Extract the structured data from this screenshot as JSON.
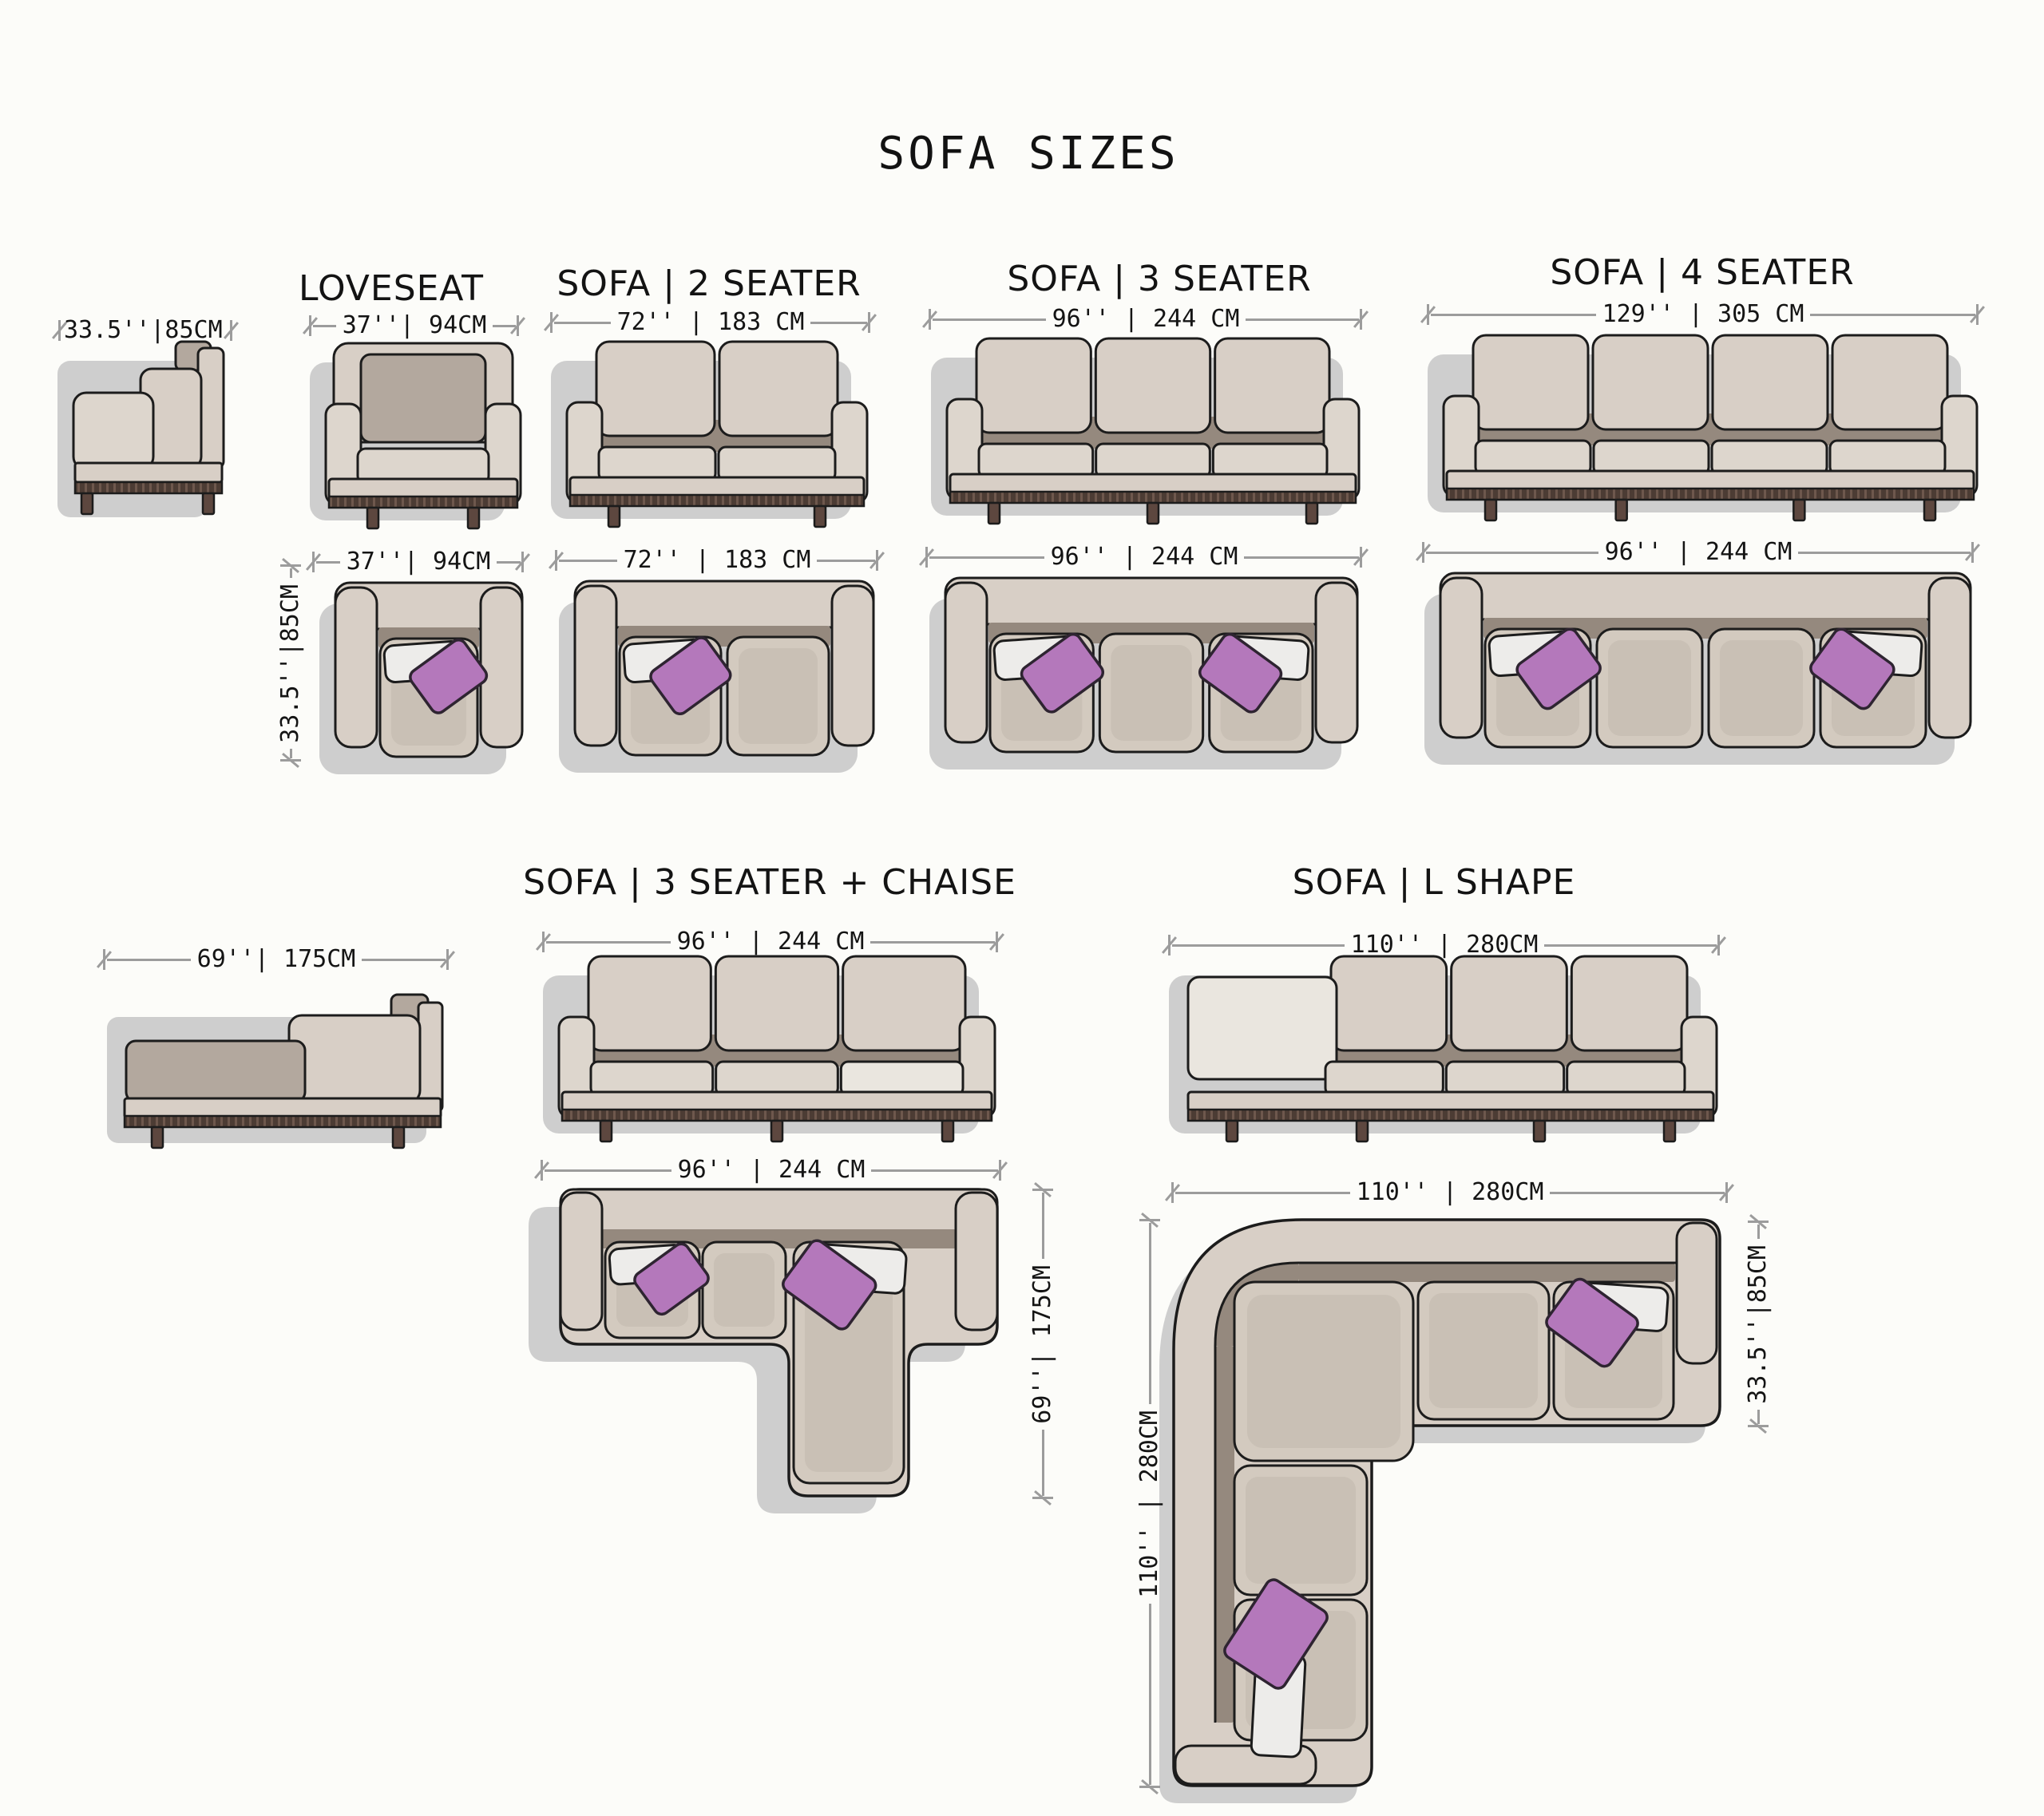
{
  "title": "SOFA SIZES",
  "sofas": {
    "armchair_side": {
      "width_dim": "33.5''|85CM"
    },
    "loveseat": {
      "label": "LOVESEAT",
      "width_dim": "37''| 94CM",
      "top_width_dim": "37''| 94CM",
      "depth_dim": "33.5''|85CM"
    },
    "seater2": {
      "label": "SOFA | 2 SEATER",
      "width_dim": "72'' | 183 CM",
      "top_width_dim": "72'' | 183 CM"
    },
    "seater3": {
      "label": "SOFA | 3 SEATER",
      "width_dim": "96'' | 244 CM",
      "top_width_dim": "96'' | 244 CM"
    },
    "seater4": {
      "label": "SOFA | 4 SEATER",
      "width_dim": "129'' | 305 CM",
      "top_width_dim": "96'' | 244 CM"
    },
    "chaise_side": {
      "length_dim": "69''| 175CM"
    },
    "seater3_chaise": {
      "label": "SOFA | 3 SEATER + CHAISE",
      "width_dim": "96'' | 244 CM",
      "top_width_dim": "96'' | 244 CM",
      "chaise_depth_dim": "69''| 175CM"
    },
    "l_shape": {
      "label": "SOFA | L SHAPE",
      "width_dim": "110'' | 280CM",
      "top_width_dim": "110'' | 280CM",
      "depth_dim": "33.5''|85CM",
      "height_dim": "110'' | 280CM"
    }
  },
  "colors": {
    "background": "#fcfcf9",
    "outline": "#1c1c1c",
    "sofa_beige": "#d8cfc6",
    "sofa_beige_light": "#ddd6cd",
    "cushion_taupe": "#b3a89e",
    "seat_top": "#d3cabf",
    "seat_top_inner": "#c9c0b5",
    "shadow_gap": "#95897e",
    "chaise_light": "#eae6df",
    "leg_brown": "#5d473f",
    "drop_shadow": "#c9c9c9",
    "pillow_purple": "#b478bb",
    "pillow_purple_outline": "#2e2431",
    "pillow_white": "#edecea",
    "dim_gray": "#9c9c9c",
    "text": "#141414"
  }
}
